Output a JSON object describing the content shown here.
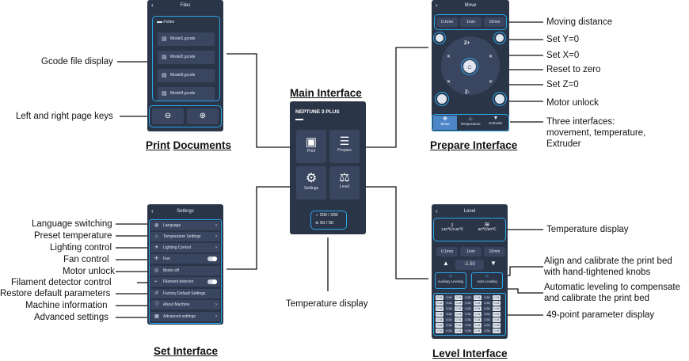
{
  "main": {
    "title": "Main Interface",
    "header": "NEPTUNE 3 PLUS",
    "tiles": [
      "Print",
      "Prepare",
      "Settings",
      "Level"
    ],
    "temps": [
      "200 / 200",
      "50 / 50"
    ],
    "caption": "Temperature display"
  },
  "print": {
    "title_a": "Print",
    "title_b": "Documents",
    "screen_title": "Files",
    "folder": "Folder",
    "files": [
      "Model1.gcode",
      "Model2.gcode",
      "Model3.gcode",
      "Model4.gcode"
    ],
    "labels": [
      "Gcode file display",
      "Left and right page keys"
    ]
  },
  "prepare": {
    "title": "Prepare Interface",
    "screen_title": "Move",
    "distances": [
      "0.1mm",
      "1mm",
      "10mm"
    ],
    "axes": [
      "Z+",
      "Z-"
    ],
    "tabs": [
      "Move",
      "Temperature",
      "Extruder"
    ],
    "labels": [
      "Moving distance",
      "Set Y=0",
      "Set X=0",
      "Reset to zero",
      "Set Z=0",
      "Motor unlock"
    ],
    "interfaces_label": [
      "Three interfaces:",
      "movement, temperature,",
      "Extruder"
    ]
  },
  "settings": {
    "title": "Set Interface",
    "screen_title": "Settings",
    "items": [
      "Language",
      "Temperature Settings",
      "Lighting Control",
      "Fan",
      "Motor-off",
      "Filament detector",
      "Factory Default Settings",
      "About Machine",
      "Advanced settings"
    ],
    "labels": [
      "Language switching",
      "Preset temperature",
      "Lighting control",
      "Fan control",
      "Motor unlock",
      "Filament detector control",
      "Restore default parameters",
      "Machine  information",
      "Advanced settings"
    ]
  },
  "level": {
    "title": "Level Interface",
    "screen_title": "Level",
    "temps": [
      "140℃/140℃",
      "60℃/60℃"
    ],
    "distances": [
      "0.1mm",
      "1mm",
      "10mm"
    ],
    "offset": "-1.50",
    "modes": [
      "Auxiliary Leveling",
      "Auto Leveling"
    ],
    "grid_value": "0.34",
    "labels": [
      "Temperature display",
      "Align and calibrate the print bed",
      "with hand-tightened knobs",
      "Automatic leveling to compensate",
      "and calibrate the print bed",
      "49-point parameter display"
    ]
  }
}
